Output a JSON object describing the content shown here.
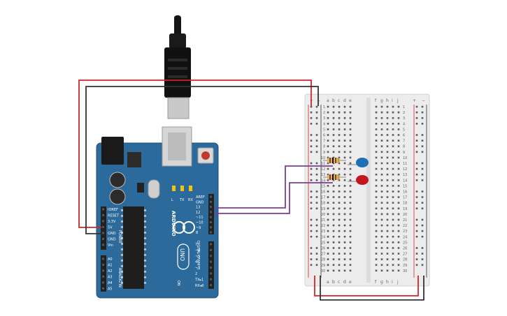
{
  "board": {
    "brand": "ARDUINO",
    "model": "UNO",
    "power_header_labels": [
      "IOREF",
      "RESET",
      "3.3V",
      "5V",
      "GND",
      "GND",
      "Vin"
    ],
    "power_section_label": "POWER",
    "analog_labels": [
      "A0",
      "A1",
      "A2",
      "A3",
      "A4",
      "A5"
    ],
    "analog_section_label": "ANALOG IN",
    "digital_top_labels": [
      "AREF",
      "GND",
      "13",
      "12",
      "~11",
      "~10",
      "~9",
      "8"
    ],
    "digital_bottom_labels": [
      "7",
      "~6",
      "~5",
      "4",
      "~3",
      "2",
      "TX▸1",
      "RX◂0"
    ],
    "digital_section_label": "DIGITAL (PWM~)",
    "led_labels": [
      "L",
      "TX",
      "RX"
    ],
    "on_label": "ON",
    "colors": {
      "pcb": "#2b6a9a",
      "pcb_dark": "#1d4f78",
      "header": "#222222"
    }
  },
  "breadboard": {
    "column_labels_left": [
      "a",
      "b",
      "c",
      "d",
      "e"
    ],
    "column_labels_right": [
      "f",
      "g",
      "h",
      "i",
      "j"
    ],
    "rail_plus": "+",
    "rail_minus": "−",
    "row_numbers": [
      "1",
      "2",
      "3",
      "4",
      "5",
      "6",
      "7",
      "8",
      "9",
      "10",
      "11",
      "12",
      "13",
      "14",
      "15",
      "16",
      "17",
      "18",
      "19",
      "20",
      "21",
      "22",
      "23",
      "24",
      "25",
      "26",
      "27",
      "28",
      "29",
      "30"
    ]
  },
  "components": {
    "leds": [
      {
        "color_name": "blue",
        "color": "#1f6fb5",
        "row": 10
      },
      {
        "color_name": "red",
        "color": "#c4161c",
        "row": 13
      }
    ],
    "resistors": [
      {
        "row": 10
      },
      {
        "row": 13
      }
    ]
  },
  "wires": {
    "power_color": "#d3242a",
    "ground_color": "#333333",
    "signal_color": "#7b3c9a"
  },
  "usb_cable": {
    "icon": "usb-b-plug-icon"
  }
}
